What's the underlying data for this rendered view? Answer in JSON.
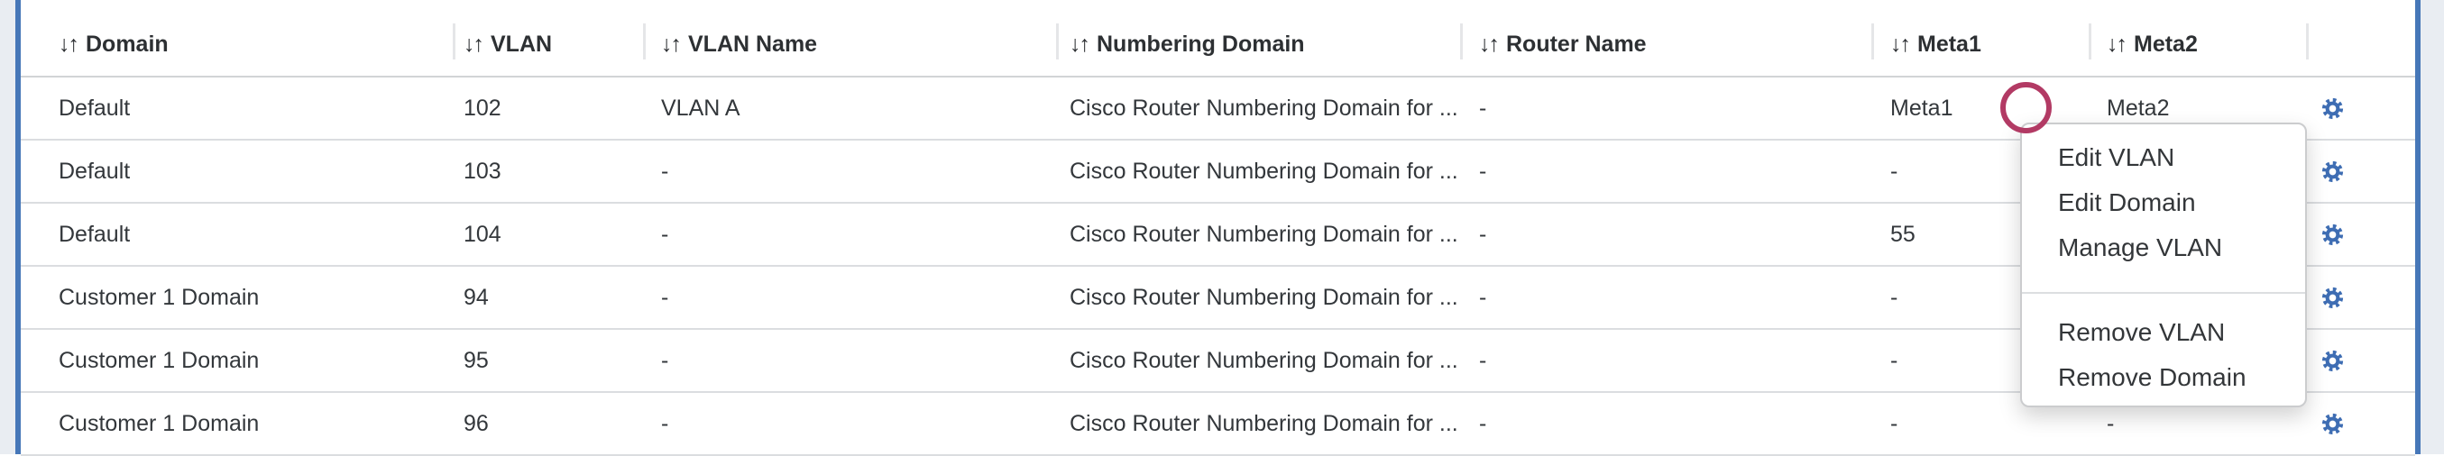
{
  "icons": {
    "sort": "↓↑",
    "gear": "gear-icon"
  },
  "colors": {
    "accent_border": "#4677b8",
    "outside_background": "#e9edf2",
    "gear_icon": "#3e6db3",
    "click_circle": "#b23a64",
    "row_divider": "#dbdde0"
  },
  "table": {
    "headers": [
      {
        "label": "Domain"
      },
      {
        "label": "VLAN"
      },
      {
        "label": "VLAN Name"
      },
      {
        "label": "Numbering Domain"
      },
      {
        "label": "Router Name"
      },
      {
        "label": "Meta1"
      },
      {
        "label": "Meta2"
      }
    ],
    "rows": [
      {
        "domain": "Default",
        "vlan": "102",
        "vlan_name": "VLAN A",
        "numbering_domain": "Cisco Router Numbering Domain for ...",
        "router_name": "-",
        "meta1": "Meta1",
        "meta2": "Meta2"
      },
      {
        "domain": "Default",
        "vlan": "103",
        "vlan_name": "-",
        "numbering_domain": "Cisco Router Numbering Domain for ...",
        "router_name": "-",
        "meta1": "-",
        "meta2": ""
      },
      {
        "domain": "Default",
        "vlan": "104",
        "vlan_name": "-",
        "numbering_domain": "Cisco Router Numbering Domain for ...",
        "router_name": "-",
        "meta1": "55",
        "meta2": ""
      },
      {
        "domain": "Customer 1 Domain",
        "vlan": "94",
        "vlan_name": "-",
        "numbering_domain": "Cisco Router Numbering Domain for ...",
        "router_name": "-",
        "meta1": "-",
        "meta2": ""
      },
      {
        "domain": "Customer 1 Domain",
        "vlan": "95",
        "vlan_name": "-",
        "numbering_domain": "Cisco Router Numbering Domain for ...",
        "router_name": "-",
        "meta1": "-",
        "meta2": ""
      },
      {
        "domain": "Customer 1 Domain",
        "vlan": "96",
        "vlan_name": "-",
        "numbering_domain": "Cisco Router Numbering Domain for ...",
        "router_name": "-",
        "meta1": "-",
        "meta2": "-"
      }
    ]
  },
  "context_menu": {
    "groups": [
      {
        "items": [
          "Edit VLAN",
          "Edit Domain",
          "Manage VLAN"
        ]
      },
      {
        "items": [
          "Remove VLAN",
          "Remove Domain"
        ]
      }
    ]
  }
}
